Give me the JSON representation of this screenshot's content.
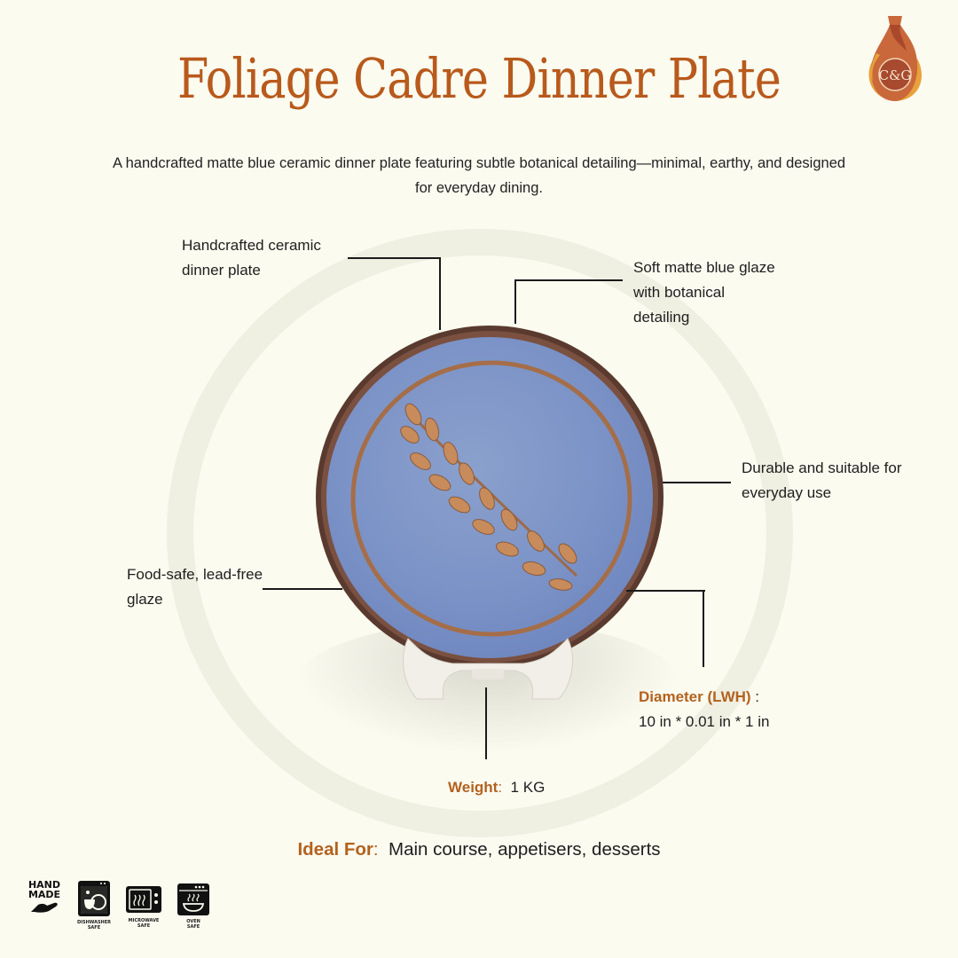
{
  "header": {
    "title": "Foliage Cadre Dinner Plate",
    "logo_text": "C&G",
    "description": "A handcrafted matte blue ceramic dinner plate featuring subtle botanical detailing—minimal, earthy, and designed for everyday dining."
  },
  "callouts": [
    {
      "id": "handcrafted",
      "text_lines": [
        "Handcrafted ceramic",
        "dinner plate"
      ]
    },
    {
      "id": "glaze",
      "text_lines": [
        "Soft matte blue glaze",
        "with botanical",
        "detailing"
      ]
    },
    {
      "id": "durable",
      "text_lines": [
        "Durable and suitable for",
        "everyday use"
      ]
    },
    {
      "id": "foodsafe",
      "text_lines": [
        "Food-safe, lead-free",
        "glaze"
      ]
    }
  ],
  "specs": {
    "diameter": {
      "label": "Diameter (LWH)",
      "separator": " :",
      "value": "10 in * 0.01 in * 1 in"
    },
    "weight": {
      "label": "Weight",
      "separator": ":",
      "value": "1 KG"
    },
    "ideal_for": {
      "label": "Ideal For",
      "separator": ":",
      "value": "Main course, appetisers, desserts"
    }
  },
  "badges": [
    {
      "icon": "hand-made-icon",
      "label": "HAND\nMADE"
    },
    {
      "icon": "dishwasher-safe-icon",
      "label": "DISHWASHER\nSAFE"
    },
    {
      "icon": "microwave-safe-icon",
      "label": "MICROWAVE\nSAFE"
    },
    {
      "icon": "oven-safe-icon",
      "label": "OVEN\nSAFE"
    }
  ],
  "colors": {
    "background": "#fbfbf0",
    "title": "#b85a1c",
    "spec_label": "#b3621f",
    "plate_glaze": "#7f96c8",
    "plate_rim": "#6a4434",
    "leaf": "#c48a5c"
  }
}
